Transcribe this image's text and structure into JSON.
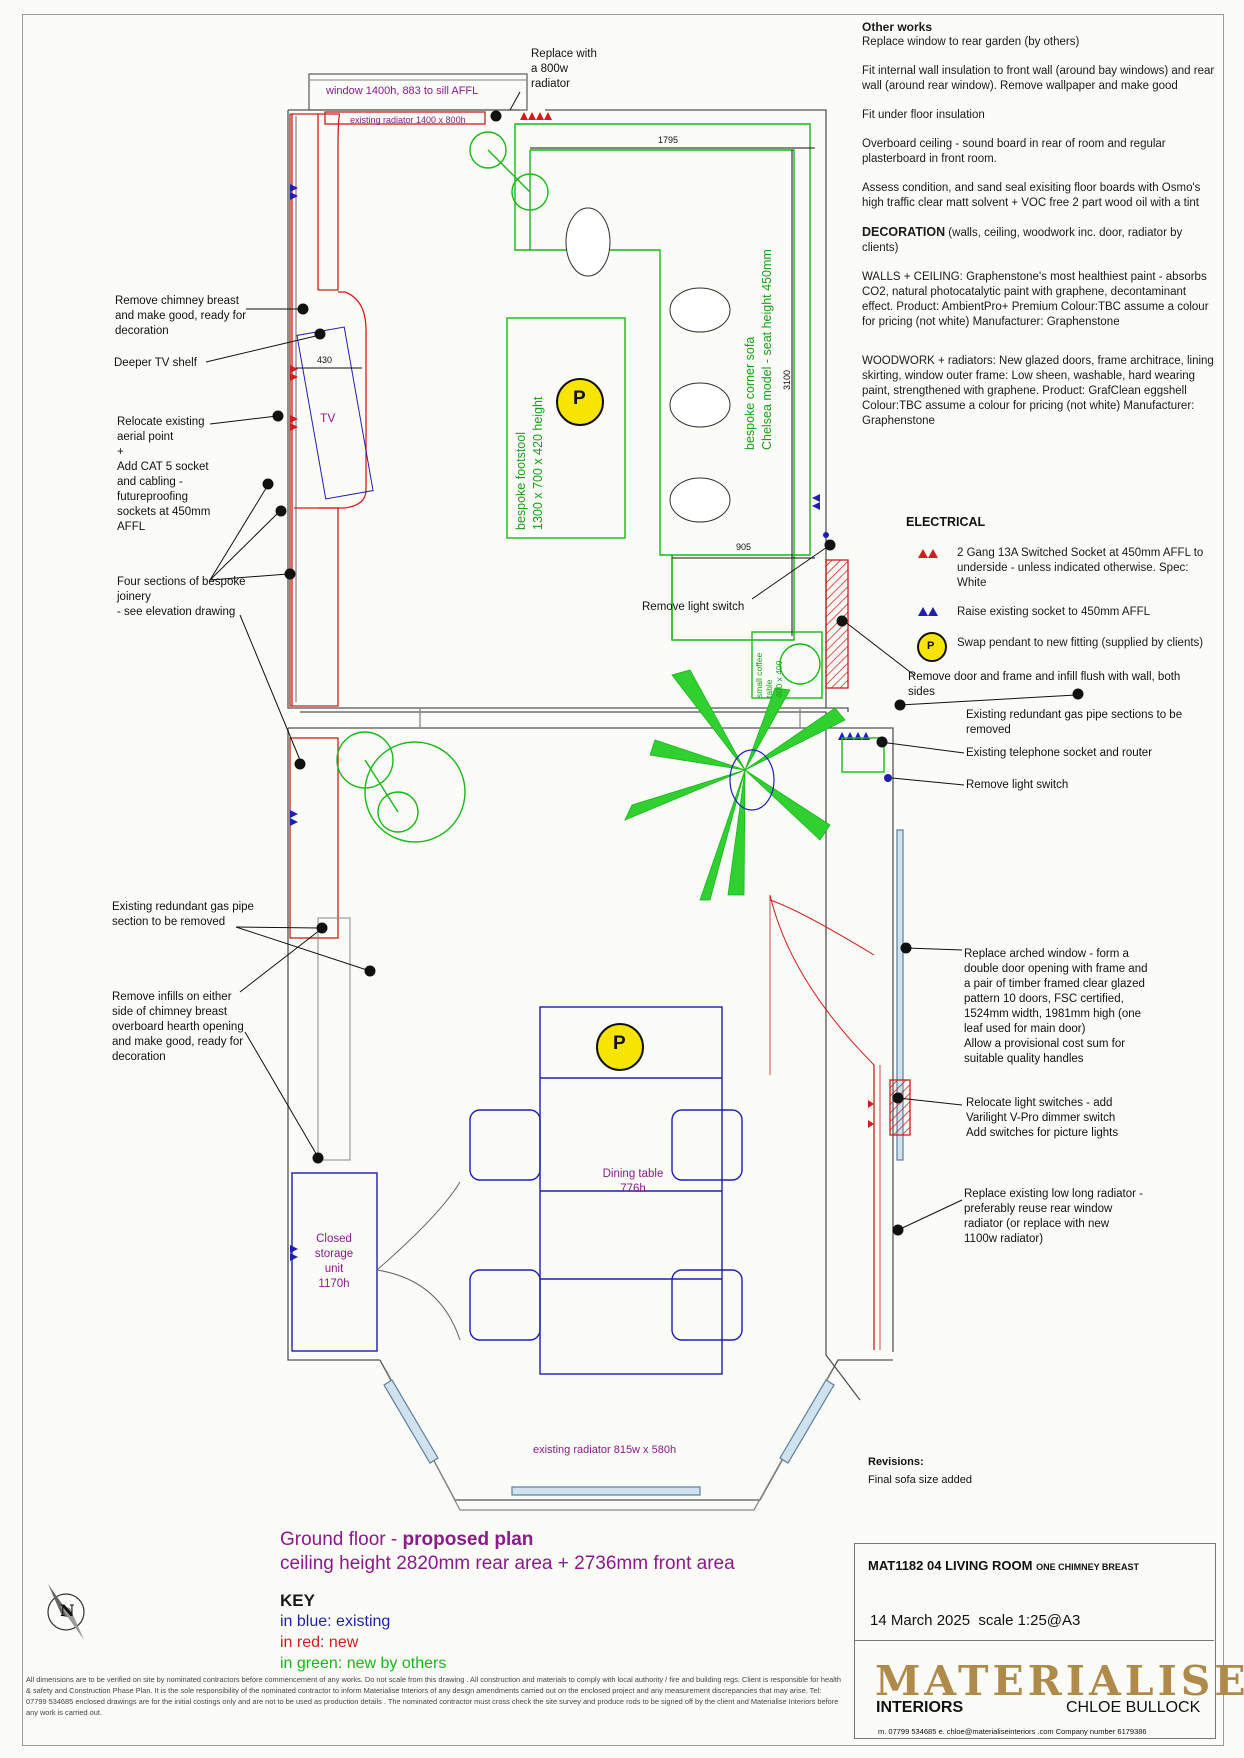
{
  "window_label": "window 1400h, 883 to sill AFFL",
  "existing_radiator_top": "existing radiator  1400 x 800h",
  "replace_radiator_note": [
    "Replace with",
    "a 800w",
    "radiator"
  ],
  "dim_1795": "1795",
  "dim_430": "430",
  "dim_3100": "3100",
  "dim_905": "905",
  "tv_label": "TV",
  "footstool_label": [
    "bespoke footstool",
    "1300 x 700 x 420 height"
  ],
  "sofa_label": [
    "bespoke corner sofa",
    "Chelsea model - seat height 450mm"
  ],
  "small_coffee_table": [
    "small coffee",
    "table",
    "400 x 400"
  ],
  "pendant_letter": "P",
  "dining_table": [
    "Dining table",
    "776h"
  ],
  "storage_unit": [
    "Closed",
    "storage",
    "unit",
    "1170h"
  ],
  "existing_radiator_bay": "existing radiator 815w x 580h",
  "left_notes": {
    "chimney": [
      "Remove chimney breast",
      "and make good, ready for",
      "decoration"
    ],
    "tv_shelf": "Deeper TV shelf",
    "aerial": [
      "Relocate existing",
      "aerial point",
      "+",
      "Add CAT 5 socket",
      "and cabling -",
      "futureproofing",
      "sockets at 450mm",
      "AFFL"
    ],
    "joinery": [
      "Four sections of bespoke",
      "joinery",
      "- see elevation drawing"
    ],
    "gas_pipe": [
      "Existing redundant gas pipe",
      "section to be removed"
    ],
    "infills": [
      "Remove infills on either",
      "side of chimney breast",
      "overboard hearth opening",
      "and make good, ready for",
      "decoration"
    ]
  },
  "mid_notes": {
    "remove_light_switch": "Remove light switch"
  },
  "right_notes": {
    "remove_door": [
      "Remove door and frame and infill flush with wall, both",
      "sides"
    ],
    "gas_pipes": [
      "Existing redundant gas pipe sections to be",
      "removed"
    ],
    "telephone": "Existing telephone socket and router",
    "remove_switch": "Remove light switch",
    "arched_window": [
      "Replace arched window - form a",
      "double door opening with frame and",
      "a pair of timber framed clear glazed",
      "pattern 10 doors, FSC certified,",
      "1524mm width, 1981mm high (one",
      "leaf used for main door)",
      "Allow a provisional cost sum for",
      "suitable quality handles"
    ],
    "relocate_switches": [
      "Relocate light switches - add",
      "Varilight V-Pro dimmer switch",
      "Add switches for picture lights"
    ],
    "low_radiator": [
      "Replace existing low long radiator -",
      "preferably reuse rear window",
      "radiator  (or replace  with new",
      "1100w radiator)"
    ]
  },
  "other_works": {
    "heading": "Other works",
    "items": [
      "Replace window to rear garden (by others)",
      "Fit internal wall insulation to front wall (around bay windows) and rear wall (around rear window). Remove wallpaper and make good",
      "Fit under floor insulation",
      "Overboard ceiling - sound board in rear of room and regular plasterboard in front room.",
      "Assess condition, and sand seal exisiting floor boards with Osmo's high traffic clear matt solvent + VOC free 2 part wood oil with a tint"
    ],
    "decoration_heading": "DECORATION",
    "decoration_sub": " (walls, ceiling, woodwork inc. door, radiator by clients)",
    "walls": "WALLS + CEILING:  Graphenstone's most healthiest paint - absorbs CO2, natural photocatalytic paint with graphene, decontaminant effect.  Product:  AmbientPro+ Premium Colour:TBC assume a colour for pricing (not white) Manufacturer: Graphenstone",
    "woodwork": "WOODWORK + radiators: New glazed doors, frame architrace, lining skirting, window outer frame: Low sheen, washable, hard wearing paint, strengthened with graphene.  Product: GrafClean eggshell Colour:TBC assume a colour for pricing (not white) Manufacturer: Graphenstone"
  },
  "electrical": {
    "heading": "ELECTRICAL",
    "items": [
      "2 Gang 13A Switched Socket at 450mm AFFL to underside - unless  indicated otherwise. Spec: White",
      "Raise existing socket to 450mm AFFL",
      "Swap pendant to new fitting  (supplied by clients)"
    ]
  },
  "revisions": {
    "heading": "Revisions:",
    "text": "Final sofa size added"
  },
  "title": {
    "line1_a": "Ground floor - ",
    "line1_b": "proposed plan",
    "line2": "ceiling height 2820mm rear area + 2736mm front area"
  },
  "key": {
    "heading": "KEY",
    "blue": "in blue: existing",
    "red": "in red: new",
    "green": "in green: new by others"
  },
  "compass_letter": "N",
  "small_print": "All dimensions are to be verified on site by nominated contractors before commencement of any works.  Do not scale from this drawing .  All construction and materials to comply with local authority / fire and building regs.  Client is responsible for health & safety and Construction  Phase Plan. It is the sole responsibility  of the nominated  contractor  to inform Materialise Interiors of any design amendments  carried out on the enclosed  project and any measurement  discrepancies  that may arise.  Tel: 07799  534685  enclosed  drawings  are for the initial  costings only and are not to be used as production  details . The nominated  contractor  must  cross  check  the site survey  and produce  rods  to  be  signed off by the client and Materialise Interiors before any work  is carried out.",
  "title_block": {
    "ref": "MAT1182 04 LIVING ROOM",
    "ref_small": "ONE CHIMNEY BREAST",
    "date": "14 March 2025",
    "scale": "scale  1:25@A3",
    "brand": "MATERIALISE",
    "interiors": "INTERIORS",
    "designer": "CHLOE BULLOCK",
    "contact": "m. 07799  534685       e. chloe@materialiseinteriors .com        Company  number  6179386"
  },
  "colors": {
    "existing": "#1f1fae",
    "new": "#d11d1d",
    "by_others": "#18b818",
    "title": "#8b1a8b"
  }
}
